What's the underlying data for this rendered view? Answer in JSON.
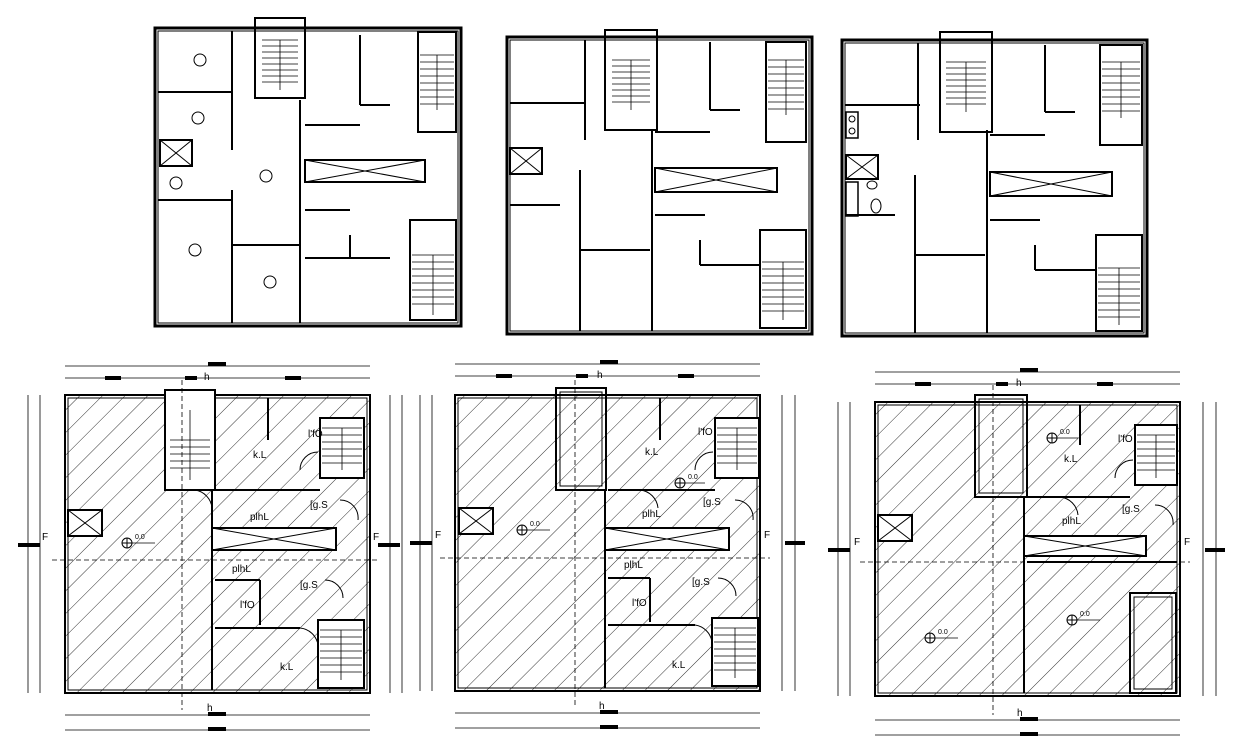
{
  "labels": {
    "section_mark": "F",
    "axis_mark": "h",
    "kitchen": "k.L",
    "bedroom_top": "l'fO",
    "bedroom_bottom": "l'fO",
    "garage": "[g.S",
    "plinth": "plhL",
    "level": "0.0"
  },
  "colors": {
    "line": "#000000",
    "background": "#ffffff"
  }
}
